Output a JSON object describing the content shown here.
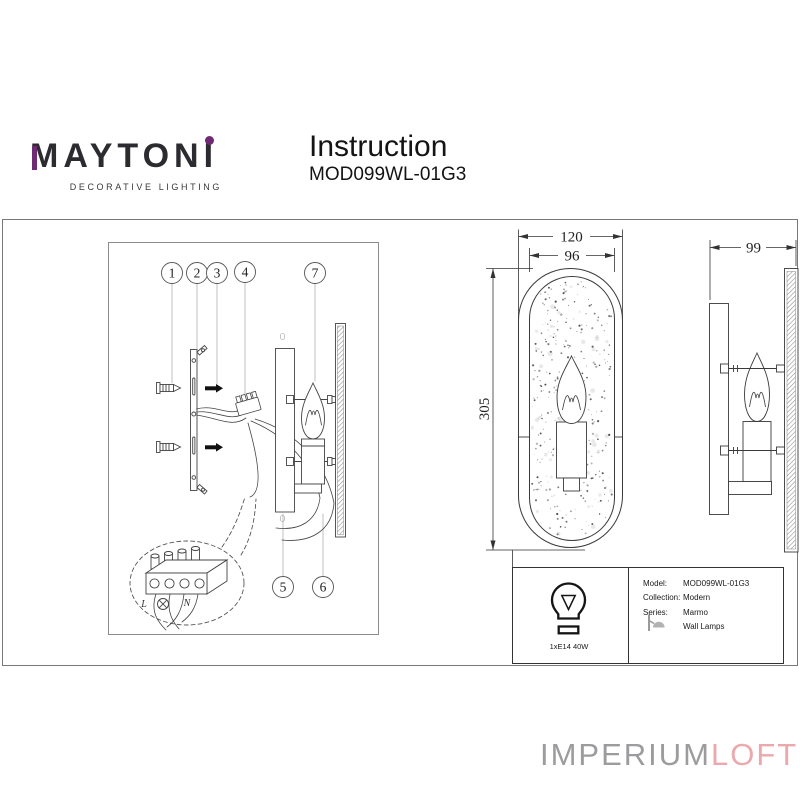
{
  "header": {
    "brand": {
      "name": "MAYTONI",
      "tagline": "DECORATIVE LIGHTING",
      "accent_color": "#6e2a73",
      "text_color": "#2b2b30"
    },
    "title": "Instruction",
    "model": "MOD099WL-01G3"
  },
  "assembly": {
    "callouts": [
      "1",
      "2",
      "3",
      "4",
      "7",
      "5",
      "6"
    ],
    "terminal": {
      "live": "L",
      "neutral": "N",
      "earth_symbol": "circled-cross"
    }
  },
  "views": {
    "front": {
      "width_outer": "120",
      "width_inner": "96",
      "height": "305"
    },
    "side": {
      "depth": "99"
    }
  },
  "spec": {
    "bulb_label": "1xE14 40W",
    "rows": [
      {
        "label": "Model:",
        "value": "MOD099WL-01G3"
      },
      {
        "label": "Collection:",
        "value": "Modern"
      },
      {
        "label": "Series:",
        "value": "Marmo"
      },
      {
        "label": "",
        "value": "Wall Lamps"
      }
    ]
  },
  "footer": {
    "brand_part1": "IMPERIUM",
    "brand_part2": "LOFT",
    "gray": "#9c9c9e",
    "pink": "#eca9ad"
  }
}
